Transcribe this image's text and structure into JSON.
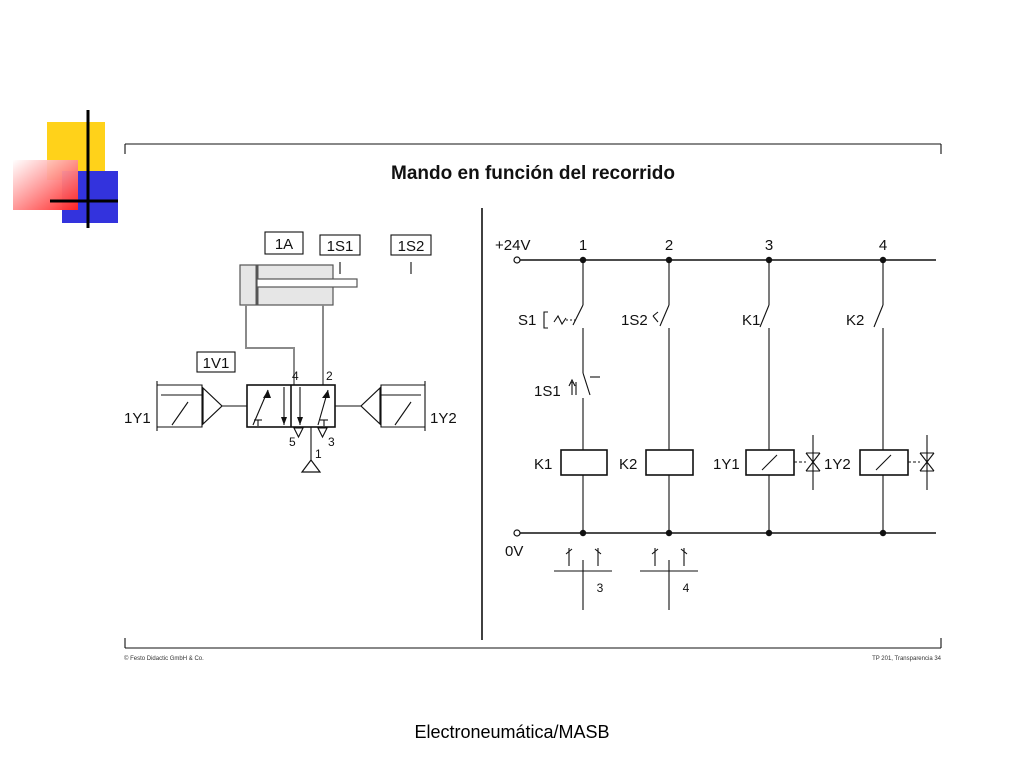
{
  "title": "Mando en función del recorrido",
  "footer": {
    "caption": "Electroneumática/MASB",
    "copyright": "© Festo Didactic GmbH & Co.",
    "reference": "TP 201, Transparencia 34"
  },
  "pneumatic": {
    "cylinder_label": "1A",
    "sensor1_label": "1S1",
    "sensor2_label": "1S2",
    "valve_label": "1V1",
    "solenoid_left": "1Y1",
    "solenoid_right": "1Y2",
    "port_4": "4",
    "port_2": "2",
    "port_5": "5",
    "port_3": "3",
    "port_1": "1"
  },
  "electrical": {
    "supply_pos": "+24V",
    "supply_neg": "0V",
    "rungs": [
      "1",
      "2",
      "3",
      "4"
    ],
    "s1": "S1",
    "s1_2": "1S2",
    "k1_contact": "K1",
    "k2_contact": "K2",
    "limit_1s1": "1S1",
    "coil_k1": "K1",
    "coil_k2": "K2",
    "coil_1y1": "1Y1",
    "coil_1y2": "1Y2",
    "xref_k1": "3",
    "xref_k2": "4"
  }
}
